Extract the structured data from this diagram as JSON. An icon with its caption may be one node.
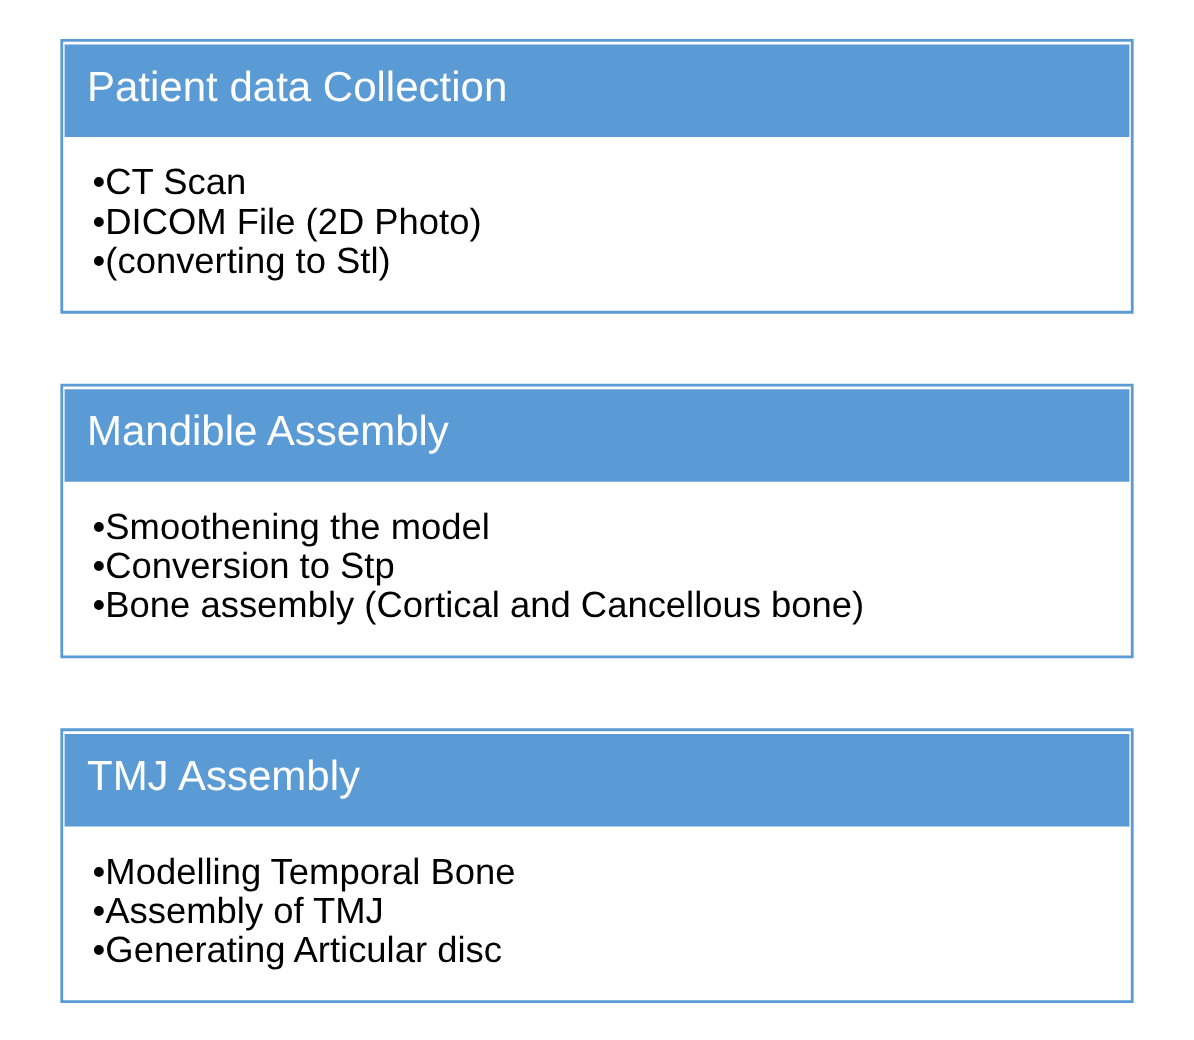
{
  "diagram": {
    "nodes": [
      {
        "text": [
          "Patient data Collection",
          "•CT Scan",
          "•DICOM File (2D Photo)",
          "•(converting to Stl)"
        ]
      },
      {
        "text": [
          "Mandible Assembly",
          "•Smoothening the model",
          "•Conversion to Stp",
          "•Bone assembly (Cortical and Cancellous bone)"
        ]
      },
      {
        "text": [
          "TMJ Assembly",
          "•Modelling Temporal Bone",
          "•Assembly of TMJ",
          "•Generating Articular disc"
        ]
      }
    ]
  }
}
